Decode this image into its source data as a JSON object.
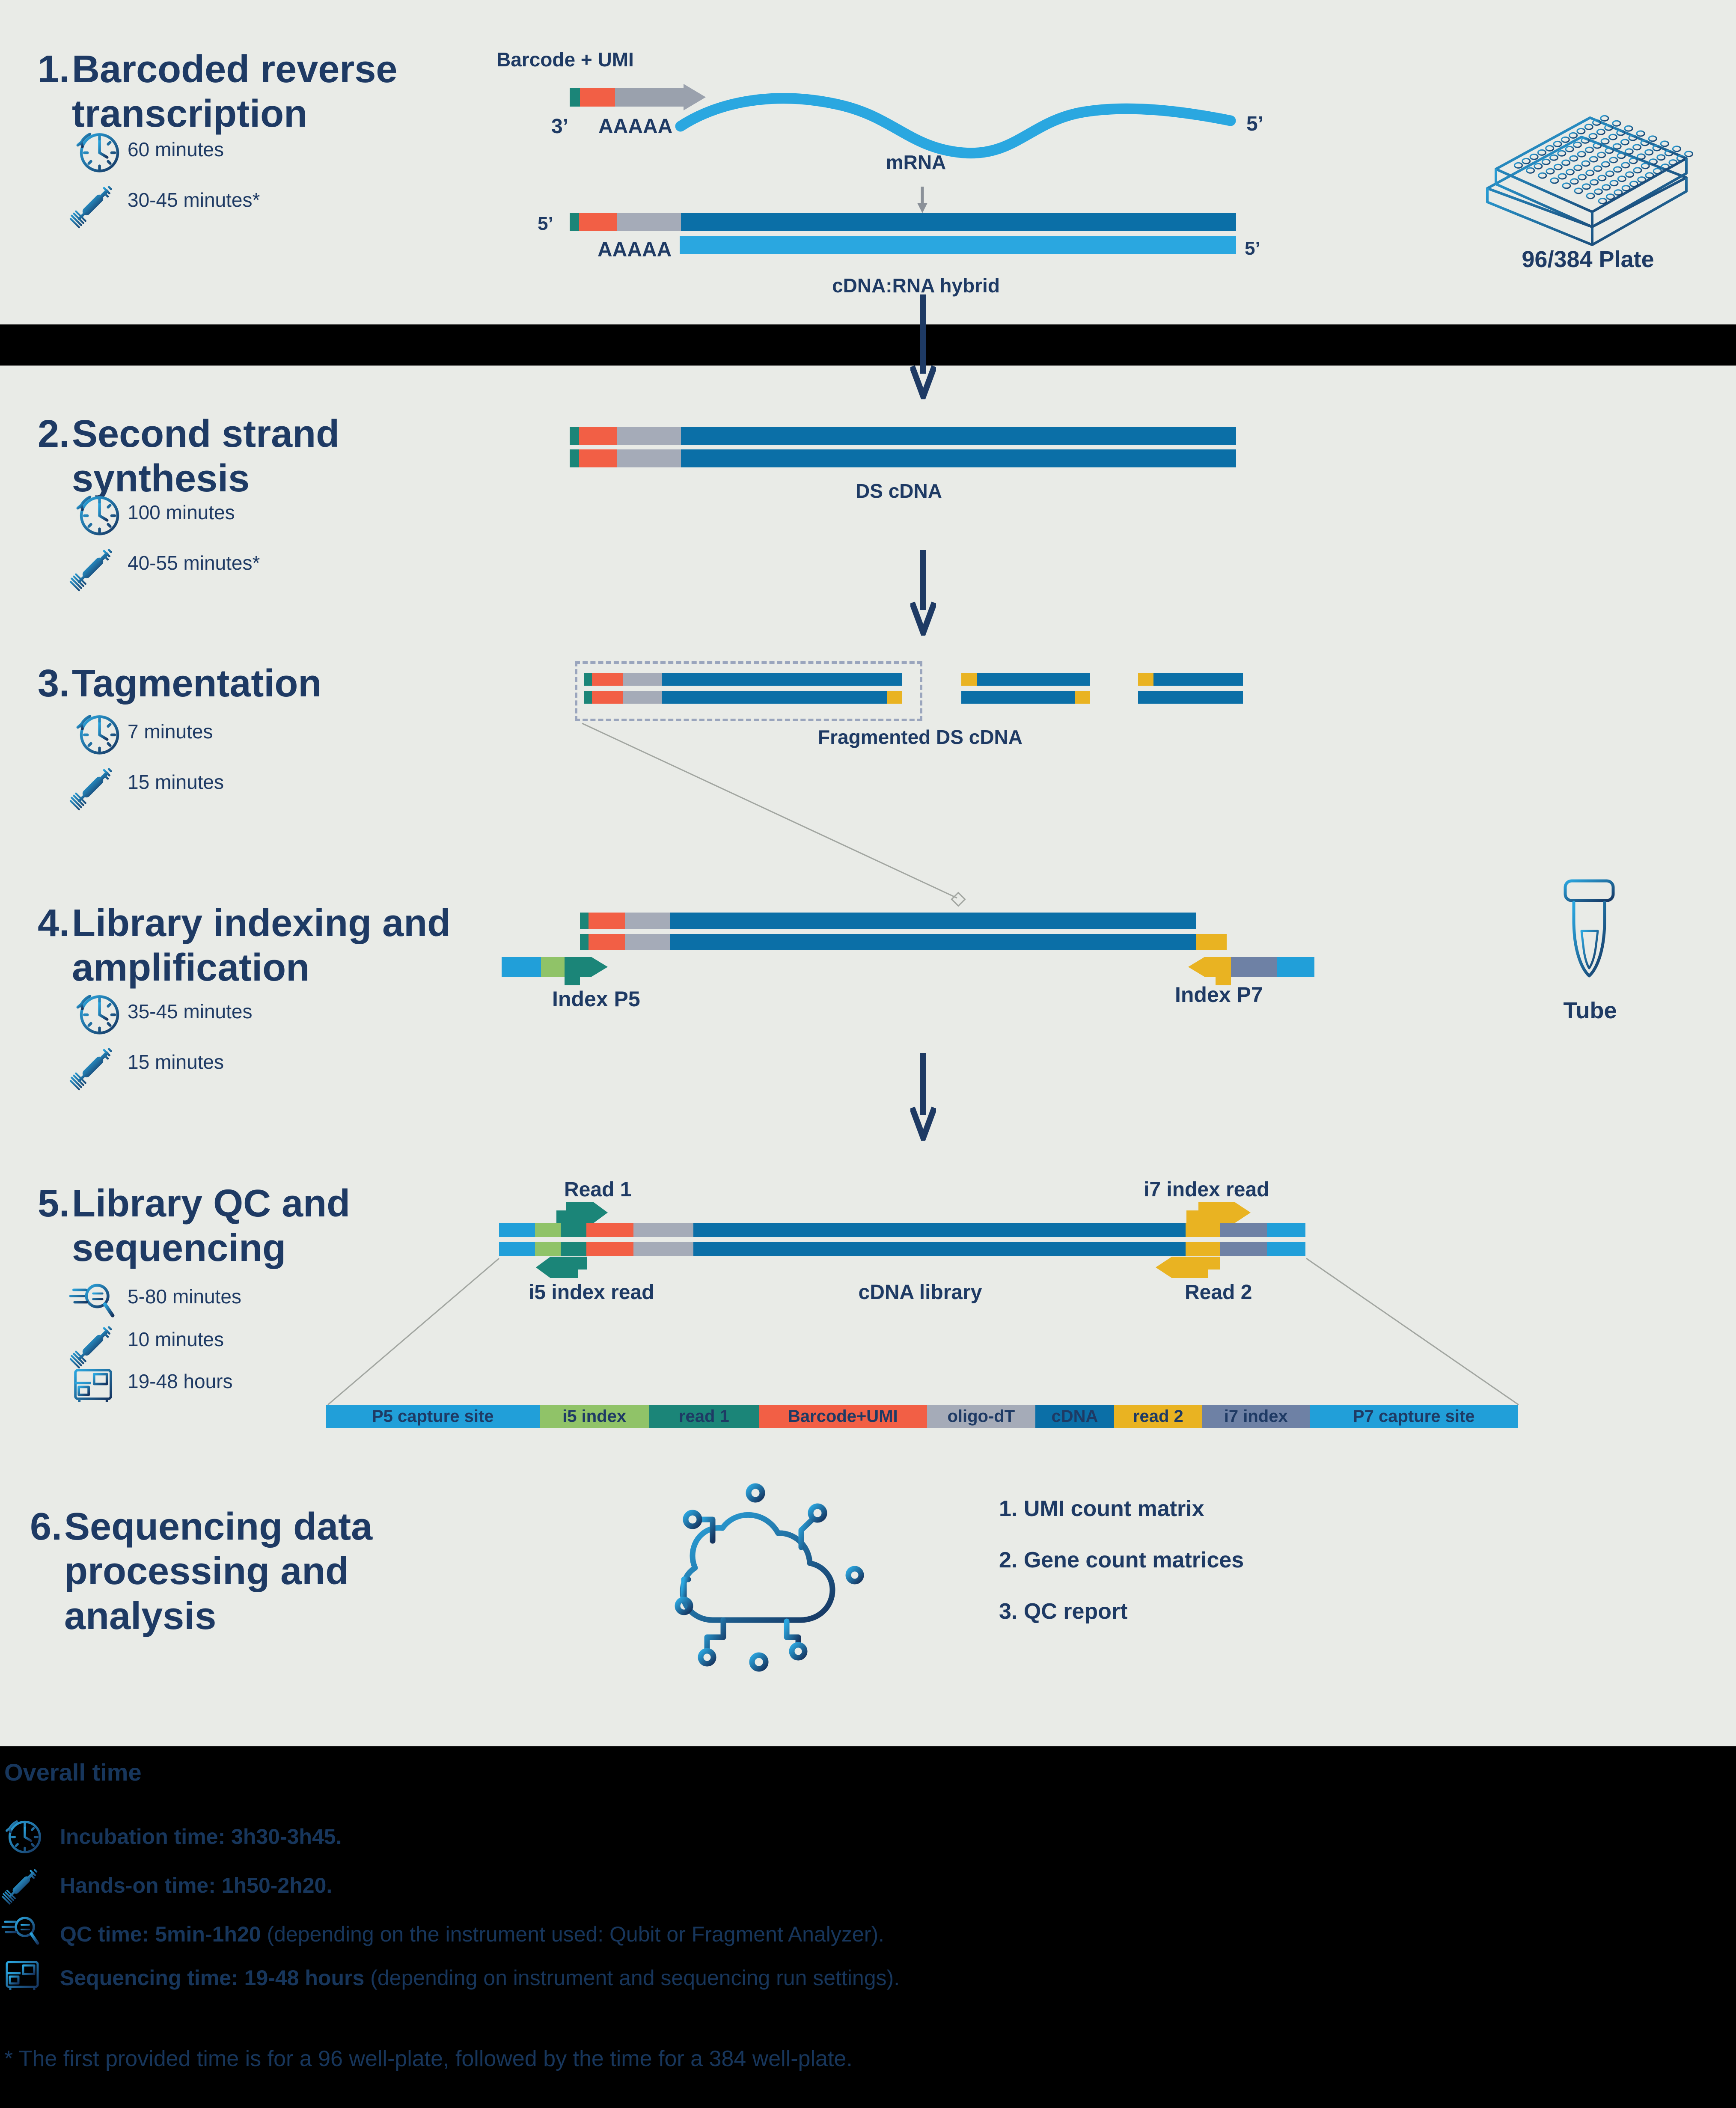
{
  "palette": {
    "bg": "#e9ebe7",
    "navy": "#1e3a64",
    "fnavy": "#17365c",
    "lightblue": "#219fd9",
    "skyblue": "#2aa7e0",
    "dkblue": "#0b6fa7",
    "teal": "#1b8578",
    "green": "#90c368",
    "orange": "#f25f45",
    "grayseg": "#a5abb8",
    "pgray": "#9aa1ad",
    "yellow": "#e9b322",
    "slate": "#6e81a5",
    "linegray": "#a2a6a1",
    "iconblue": "#2ba7e0",
    "iconnavy": "#16345f"
  },
  "steps": [
    {
      "no": "1.",
      "lines": [
        "Barcoded reverse",
        "transcription"
      ],
      "times": [
        {
          "icon": "clock",
          "label": "60 minutes"
        },
        {
          "icon": "pipette",
          "label": "30-45 minutes*"
        }
      ]
    },
    {
      "no": "2.",
      "lines": [
        "Second strand",
        "synthesis"
      ],
      "times": [
        {
          "icon": "clock",
          "label": "100 minutes"
        },
        {
          "icon": "pipette",
          "label": "40-55 minutes*"
        }
      ]
    },
    {
      "no": "3.",
      "lines": [
        "Tagmentation"
      ],
      "times": [
        {
          "icon": "clock",
          "label": "7 minutes"
        },
        {
          "icon": "pipette",
          "label": "15 minutes"
        }
      ]
    },
    {
      "no": "4.",
      "lines": [
        "Library indexing and",
        "amplification"
      ],
      "times": [
        {
          "icon": "clock",
          "label": "35-45 minutes"
        },
        {
          "icon": "pipette",
          "label": "15 minutes"
        }
      ]
    },
    {
      "no": "5.",
      "lines": [
        "Library QC and",
        "sequencing"
      ],
      "times": [
        {
          "icon": "qc",
          "label": "5-80 minutes"
        },
        {
          "icon": "pipette",
          "label": "10 minutes"
        },
        {
          "icon": "sequencer",
          "label": "19-48 hours"
        }
      ]
    },
    {
      "no": "6.",
      "lines": [
        "Sequencing data",
        "processing and",
        "analysis"
      ],
      "times": []
    }
  ],
  "diagram1": {
    "barcode_umi": "Barcode + UMI",
    "p3": "3’",
    "polyA": "AAAAA",
    "p5_wave": "5’",
    "mrna": "mRNA",
    "p5_top": "5’",
    "polyA2": "AAAAA",
    "p5_bottom": "5’",
    "hybrid": "cDNA:RNA hybrid"
  },
  "plate_label": "96/384 Plate",
  "diagram2": {
    "label": "DS cDNA"
  },
  "diagram3": {
    "label": "Fragmented DS cDNA"
  },
  "diagram4": {
    "index_p5": "Index P5",
    "index_p7": "Index P7",
    "tube_label": "Tube"
  },
  "diagram5": {
    "read1": "Read 1",
    "i7_read": "i7 index read",
    "i5_read": "i5 index read",
    "cdna_library": "cDNA library",
    "read2": "Read 2"
  },
  "seqmap": [
    {
      "label": "P5 capture site",
      "color": "#219fd9",
      "w": 17.9
    },
    {
      "label": "i5 index",
      "color": "#90c368",
      "w": 9.2
    },
    {
      "label": "read 1",
      "color": "#1b8578",
      "w": 9.2
    },
    {
      "label": "Barcode+UMI",
      "color": "#f25f45",
      "w": 14.1
    },
    {
      "label": "oligo-dT",
      "color": "#a5abb8",
      "w": 9.1
    },
    {
      "label": "cDNA",
      "color": "#0b6fa7",
      "w": 6.6
    },
    {
      "label": "read 2",
      "color": "#e9b322",
      "w": 7.4
    },
    {
      "label": "i7 index",
      "color": "#6e81a5",
      "w": 9.0
    },
    {
      "label": "P7 capture site",
      "color": "#219fd9",
      "w": 17.5
    }
  ],
  "outputs": [
    "1. UMI count matrix",
    "2. Gene count matrices",
    "3. QC report"
  ],
  "footer": {
    "heading": "Overall time",
    "rows": [
      {
        "icon": "clock",
        "bold": "Incubation time: 3h30-3h45.",
        "rest": ""
      },
      {
        "icon": "pipette",
        "bold": "Hands-on time: 1h50-2h20.",
        "rest": ""
      },
      {
        "icon": "qc",
        "bold": "QC time: 5min-1h20",
        "rest": " (depending on the instrument used: Qubit or Fragment Analyzer)."
      },
      {
        "icon": "sequencer",
        "bold": "Sequencing time: 19-48 hours",
        "rest": " (depending on instrument and sequencing run settings)."
      }
    ],
    "footnote": "* The first provided time is for a 96 well-plate, followed by the time for a 384 well-plate."
  }
}
